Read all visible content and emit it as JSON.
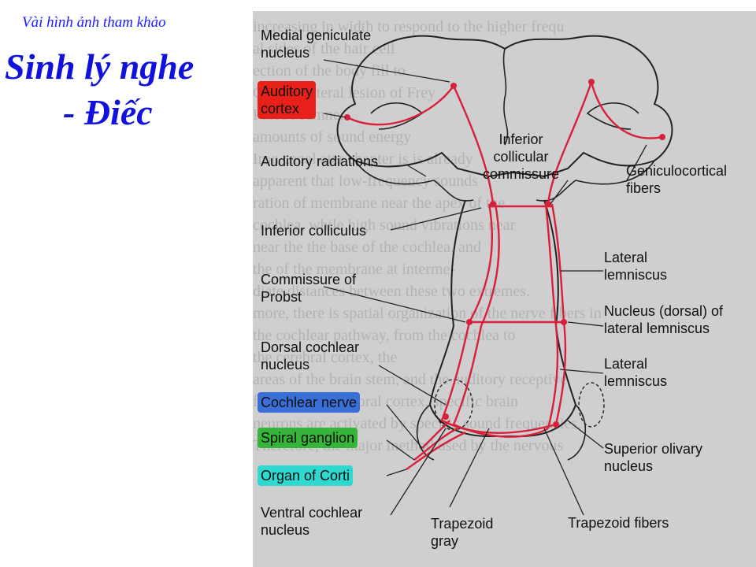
{
  "slide": {
    "subtitle": "Vài hình ảnh tham khảo",
    "title_line1": "Sinh lý nghe",
    "title_line2": "- Điếc"
  },
  "figure": {
    "labels": {
      "medial_geniculate": "Medial geniculate\nnucleus",
      "auditory_cortex": "Auditory\ncortex",
      "auditory_radiations": "Auditory radiations",
      "inferior_colliculus": "Inferior colliculus",
      "commissure_probst": "Commissure of\nProbst",
      "dorsal_cochlear": "Dorsal cochlear\nnucleus",
      "cochlear_nerve": "Cochlear nerve",
      "spiral_ganglion": "Spiral ganglion",
      "organ_corti": "Organ of Corti",
      "ventral_cochlear": "Ventral cochlear\nnucleus",
      "inferior_collicular_commissure": "Inferior\ncollicular\ncommissure",
      "geniculocortical": "Geniculocortical\nfibers",
      "lateral_lemniscus_1": "Lateral\nlemniscus",
      "nucleus_dorsal": "Nucleus (dorsal) of\nlateral lemniscus",
      "lateral_lemniscus_2": "Lateral\nlemniscus",
      "superior_olivary": "Superior olivary\nnucleus",
      "trapezoid_gray": "Trapezoid\ngray",
      "trapezoid_fibers": "Trapezoid fibers"
    },
    "highlights": {
      "auditory_cortex": "#e8201a",
      "cochlear_nerve": "#3b6fd8",
      "spiral_ganglion": "#36b53a",
      "organ_corti": "#2fd9cf"
    },
    "pathway_color": "#d9203a",
    "background_text": [
      "increasing in width to respond to the higher frequ",
      "                                     al sides of the hair cell",
      "                                    ection of the body fill to",
      "Charles lateral lesion of Frey                     ",
      "Place Mumner                                        ",
      "                                   amounts of sound energy",
      "Iron canal      ater    chapter is is already",
      "apparent that low-frequency sounds       ",
      "ration of          membrane near the apex of the",
      "cochlea,   while  high       sound  vibrations  near",
      "near the        the base of the cochlea, and",
      "the                       of the membrane at interme-",
      "diate  distances  between  these  two  extremes.",
      "more, there is spatial organization of the nerve fibers in",
      "the cochlear pathway,                 from the cochlea to",
      "the cerebral cortex,                        the",
      "areas of the brain stem, and the auditory receptive",
      "fields in the cerebral cortex.          specific brain",
      "neurons are activated by specific sound frequencies.",
      "Therefore, the major method used by the nervous",
      "                                                   "
    ]
  }
}
